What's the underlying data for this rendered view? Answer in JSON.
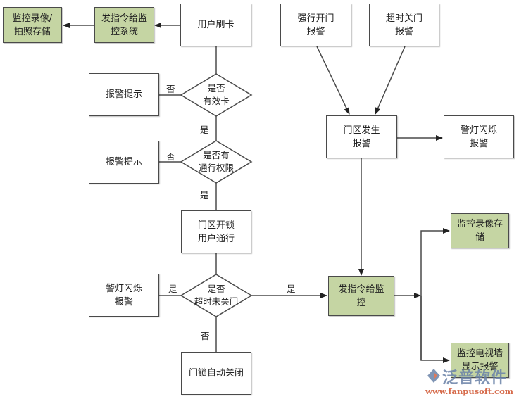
{
  "diagram": {
    "title": "",
    "nodes": {
      "monitor_record_photo": "监控录像/\n拍照存储",
      "send_cmd_monitor_system": "发指令给监\n控系统",
      "user_swipe_card": "用户刷卡",
      "alarm_prompt_1": "报警提示",
      "alarm_prompt_2": "报警提示",
      "valid_card_decision": "是否\n有效卡",
      "permission_decision": "是否有\n通行权限",
      "door_unlock": "门区开锁\n用户通行",
      "timeout_decision": "是否\n超时未关门",
      "warning_light_left": "警灯闪烁\n报警",
      "auto_lock": "门锁自动关闭",
      "forced_open_alarm": "强行开门\n报警",
      "timeout_close_alarm": "超时关门\n报警",
      "door_area_alarm": "门区发生\n报警",
      "warning_light_right": "警灯闪烁\n报警",
      "send_cmd_monitor": "发指令给监\n控",
      "monitor_record_store": "监控录像存\n储",
      "tv_wall_alarm": "监控电视墙\n显示报警"
    },
    "edge_labels": {
      "no_1": "否",
      "yes_1": "是",
      "no_2": "否",
      "yes_2": "是",
      "yes_left": "是",
      "yes_right": "是",
      "no_3": "否"
    },
    "colors": {
      "highlight_fill": "#c5d5a3",
      "default_fill": "#ffffff",
      "stroke": "#4a4a4a"
    }
  },
  "watermark": {
    "brand": "泛普软件",
    "url": "www.fanpusoft.com"
  }
}
